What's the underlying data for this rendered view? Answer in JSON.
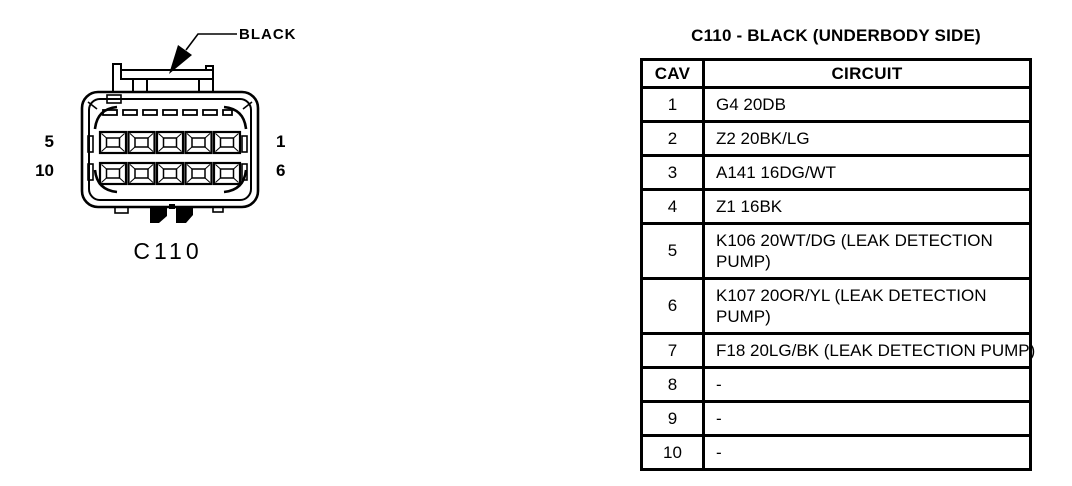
{
  "connector": {
    "name": "C110",
    "color_callout": "BLACK",
    "pin_labels": {
      "top_left": "5",
      "bottom_left": "10",
      "top_right": "1",
      "bottom_right": "6"
    }
  },
  "table": {
    "title": "C110 - BLACK (UNDERBODY SIDE)",
    "headers": {
      "cav": "CAV",
      "circuit": "CIRCUIT"
    },
    "rows": [
      {
        "cav": "1",
        "circuit": "G4 20DB"
      },
      {
        "cav": "2",
        "circuit": "Z2 20BK/LG"
      },
      {
        "cav": "3",
        "circuit": "A141 16DG/WT"
      },
      {
        "cav": "4",
        "circuit": "Z1 16BK"
      },
      {
        "cav": "5",
        "circuit": "K106 20WT/DG (LEAK DETECTION\nPUMP)"
      },
      {
        "cav": "6",
        "circuit": "K107 20OR/YL (LEAK DETECTION\nPUMP)"
      },
      {
        "cav": "7",
        "circuit": "F18 20LG/BK (LEAK DETECTION PUMP)"
      },
      {
        "cav": "8",
        "circuit": "-"
      },
      {
        "cav": "9",
        "circuit": "-"
      },
      {
        "cav": "10",
        "circuit": "-"
      }
    ]
  },
  "colors": {
    "ink": "#000000",
    "paper": "#ffffff"
  }
}
